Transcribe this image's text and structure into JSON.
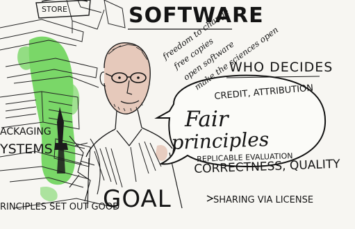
{
  "texts": {
    "software": "SOFTWARE",
    "store": "STORE",
    "freedom": "freedom to change",
    "free_copies": "free copies",
    "open_software": "open software",
    "make_open": "make the sciences open",
    "who_decides": "WHO DECIDES",
    "credit": "CREDIT, ATTRIBUTION",
    "fair": "Fair",
    "principles": "principles",
    "replicable": "REPLICABLE EVALUATION",
    "correctness": "CORRECTNESS, QUALITY",
    "packaging": "ACKAGING",
    "systems": "YSTEMS",
    "goal": "GOAL",
    "set_out": "RINCIPLES SET OUT GOOD",
    "sharing": "SHARING VIA LICENSE"
  },
  "colors": {
    "ink": "#161616",
    "paper": "#f7f6f2",
    "green_wash": "#5fd14a",
    "skin_wash": "#d9a48e"
  }
}
